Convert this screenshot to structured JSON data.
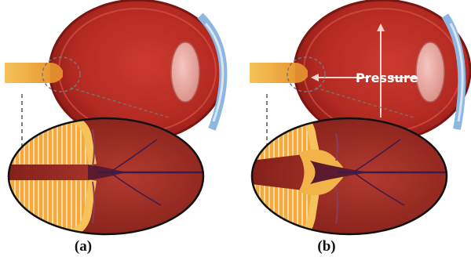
{
  "panels": [
    {
      "id": "a",
      "caption": "(a)"
    },
    {
      "id": "b",
      "caption": "(b)"
    }
  ],
  "annotation": {
    "text": "Pressure"
  },
  "colors": {
    "sclera": "#b0241c",
    "vitreous": "#c3322a",
    "cornea": "#8fb6df",
    "lens": "#e6a39a",
    "optic_nerve": "#f2b349",
    "nerve_fibers": "#e88a2a",
    "label": "#ffffff"
  }
}
